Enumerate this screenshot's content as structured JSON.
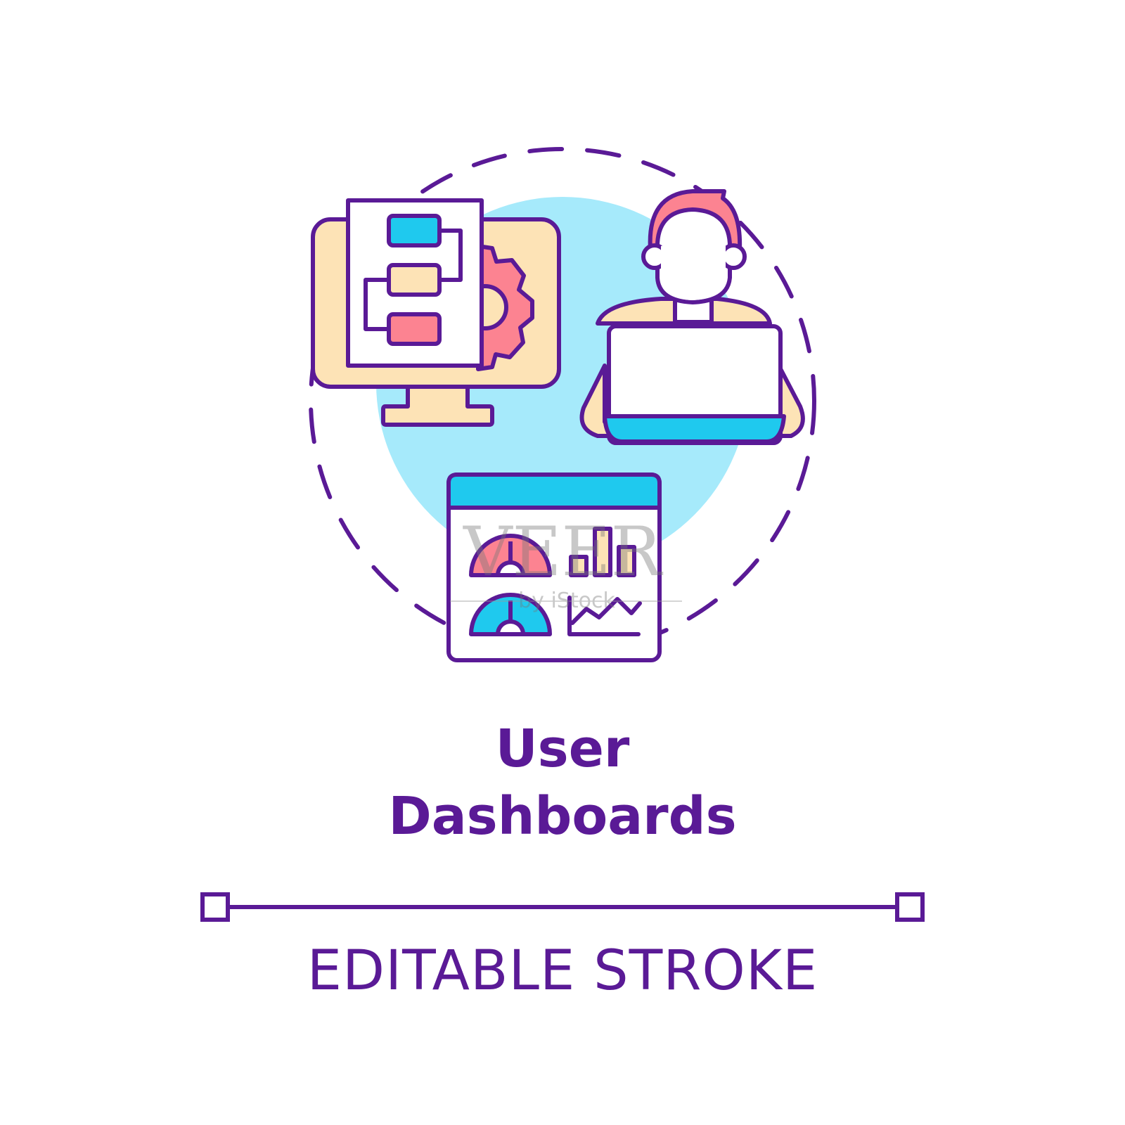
{
  "title": {
    "line1": "User",
    "line2": "Dashboards"
  },
  "caption": "EDITABLE STROKE",
  "watermark": {
    "brand": "VEER",
    "sub": "by iStock"
  },
  "colors": {
    "outline": "#5a1a96",
    "circle_fill": "#a6eafb",
    "peach": "#fde3b6",
    "salmon": "#fc8391",
    "cyan": "#1fc9ee",
    "white": "#ffffff"
  },
  "icons": [
    "monitor-icon",
    "flowchart-icon",
    "gear-icon",
    "person-icon",
    "laptop-icon",
    "dashboard-window-icon",
    "gauge-icon",
    "bar-chart-icon",
    "line-chart-icon"
  ]
}
